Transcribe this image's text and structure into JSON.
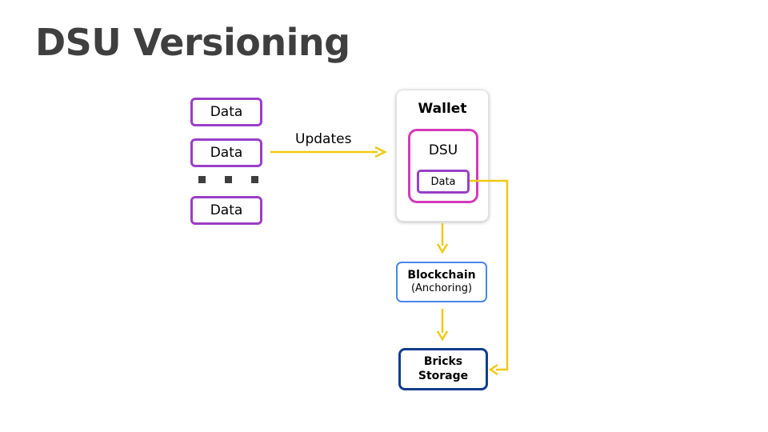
{
  "title": "DSU Versioning",
  "data_stack": {
    "items": [
      "Data",
      "Data",
      "Data"
    ]
  },
  "updates_label": "Updates",
  "wallet": {
    "label": "Wallet",
    "dsu": {
      "label": "DSU",
      "data_label": "Data"
    }
  },
  "blockchain": {
    "line1": "Blockchain",
    "line2": "(Anchoring)"
  },
  "bricks": {
    "line1": "Bricks",
    "line2": "Storage"
  },
  "colors": {
    "title": "#3f3f3f",
    "data_border": "#9a3fc8",
    "dsu_border": "#d63ab8",
    "blockchain_border": "#4a86e8",
    "bricks_border": "#123d8c",
    "arrow": "#f2c811"
  }
}
